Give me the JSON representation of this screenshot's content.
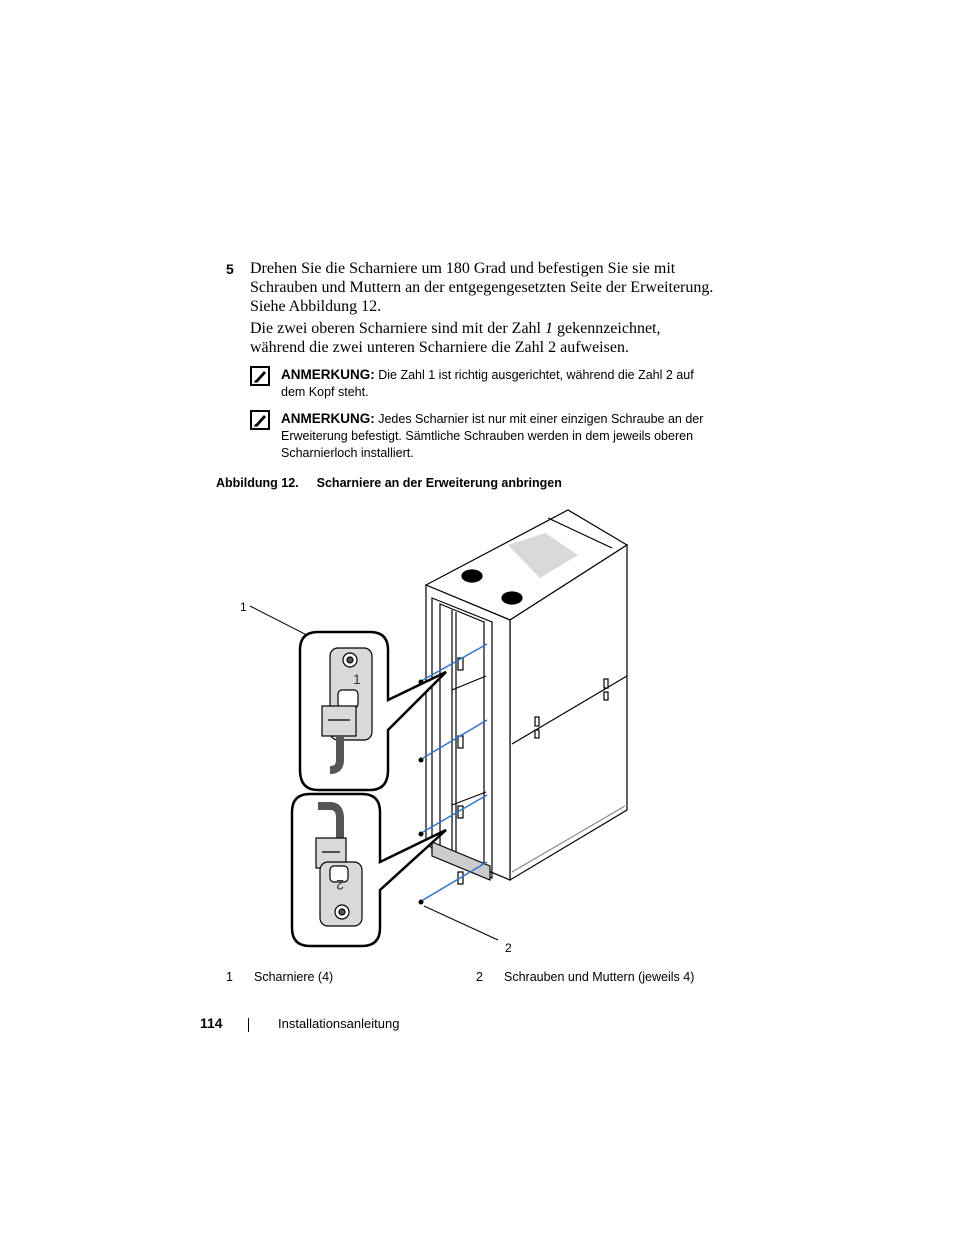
{
  "step": {
    "number": "5",
    "text": "Drehen Sie die Scharniere um 180 Grad und befestigen Sie sie mit Schrauben und Muttern an der entgegengesetzten Seite der Erweiterung. Siehe Abbildung 12.",
    "para2_before": "Die zwei oberen Scharniere sind mit der Zahl ",
    "para2_italic": "1",
    "para2_after": " gekennzeichnet, während die zwei unteren Scharniere die Zahl 2 aufweisen."
  },
  "notes": [
    {
      "label": "ANMERKUNG:",
      "text": " Die Zahl 1 ist richtig ausgerichtet, während die Zahl 2 auf dem Kopf steht."
    },
    {
      "label": "ANMERKUNG:",
      "text": " Jedes Scharnier ist nur mit einer einzigen Schraube an der Erweiterung befestigt. Sämtliche Schrauben werden in dem jeweils oberen Scharnierloch installiert."
    }
  ],
  "figure": {
    "label": "Abbildung 12.",
    "title": "Scharniere an der Erweiterung anbringen",
    "callout_1": "1",
    "callout_2": "2",
    "hinge_top_mark": "1",
    "hinge_bottom_mark": "2",
    "colors": {
      "line": "#000000",
      "arrow": "#2e74c9",
      "fill_gray": "#d9d9d9",
      "fill_dark": "#555555"
    }
  },
  "legend": [
    {
      "num": "1",
      "label": "Scharniere (4)"
    },
    {
      "num": "2",
      "label": "Schrauben und Muttern (jeweils 4)"
    }
  ],
  "footer": {
    "page_number": "114",
    "title": "Installationsanleitung"
  },
  "icons": {
    "note": "pencil-note-icon"
  }
}
